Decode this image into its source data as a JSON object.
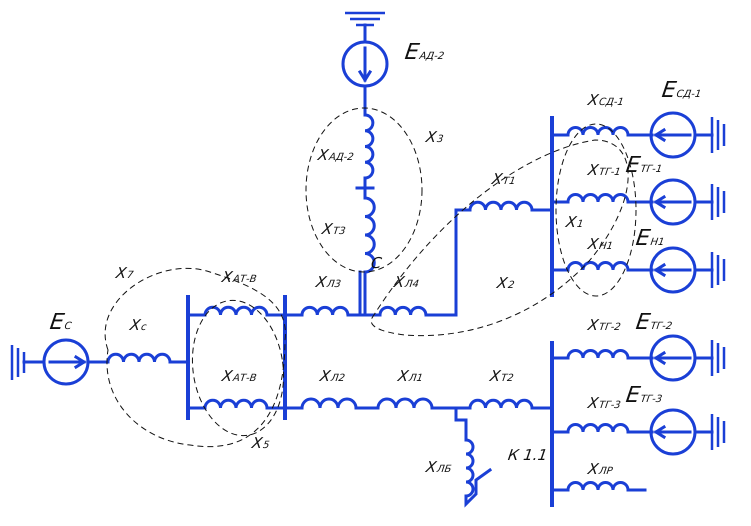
{
  "colors": {
    "wire": "#1a3fd6",
    "text": "#111111",
    "outline": "#111111"
  },
  "labels": {
    "ead2": {
      "main": "E",
      "sub": "АД-2"
    },
    "x3": {
      "main": "X",
      "sub": "3"
    },
    "xad2": {
      "main": "X",
      "sub": "АД-2"
    },
    "xt3": {
      "main": "X",
      "sub": "Т3"
    },
    "node_c": "C",
    "esd1": {
      "main": "E",
      "sub": "СД-1"
    },
    "xsd1": {
      "main": "X",
      "sub": "СД-1"
    },
    "etg1": {
      "main": "E",
      "sub": "ТГ-1"
    },
    "xtg1": {
      "main": "X",
      "sub": "ТГ-1"
    },
    "xt1": {
      "main": "X",
      "sub": "Т1"
    },
    "x1": {
      "main": "X",
      "sub": "1"
    },
    "en1": {
      "main": "E",
      "sub": "Н1"
    },
    "xn1": {
      "main": "X",
      "sub": "Н1"
    },
    "x2": {
      "main": "X",
      "sub": "2"
    },
    "x7": {
      "main": "X",
      "sub": "7"
    },
    "xatb_upper": {
      "main": "X",
      "sub": "АТ-В"
    },
    "xl3": {
      "main": "X",
      "sub": "Л3"
    },
    "xl4": {
      "main": "X",
      "sub": "Л4"
    },
    "ec": {
      "main": "E",
      "sub": "С"
    },
    "xc": {
      "main": "X",
      "sub": "с"
    },
    "xtg2": {
      "main": "X",
      "sub": "ТГ-2"
    },
    "etg2": {
      "main": "E",
      "sub": "ТГ-2"
    },
    "xatb_lower": {
      "main": "X",
      "sub": "АТ-В"
    },
    "xl2": {
      "main": "X",
      "sub": "Л2"
    },
    "xl1": {
      "main": "X",
      "sub": "Л1"
    },
    "xt2": {
      "main": "X",
      "sub": "Т2"
    },
    "etg3": {
      "main": "E",
      "sub": "ТГ-3"
    },
    "xtg3": {
      "main": "X",
      "sub": "ТГ-3"
    },
    "x5": {
      "main": "X",
      "sub": "5"
    },
    "k11": "К 1.1",
    "xlb": {
      "main": "X",
      "sub": "ЛБ"
    },
    "xlr": {
      "main": "X",
      "sub": "ЛР"
    }
  }
}
